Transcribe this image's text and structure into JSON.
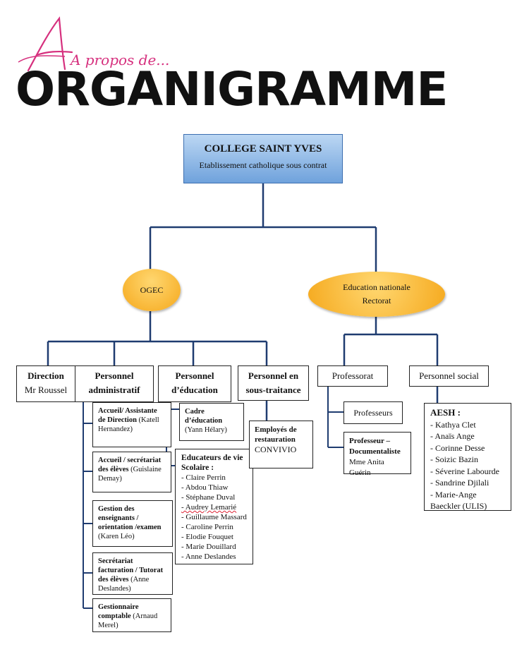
{
  "header": {
    "script_title": "A propos de...",
    "main_title": "ORGANIGRAMME"
  },
  "root": {
    "name": "COLLEGE SAINT YVES",
    "subtitle": "Etablissement catholique sous contrat"
  },
  "ogec": {
    "label": "OGEC"
  },
  "education_nationale": {
    "line1": "Education nationale",
    "line2": "Rectorat"
  },
  "direction": {
    "title": "Direction",
    "name": "Mr Roussel"
  },
  "personnel_administratif": {
    "title_line1": "Personnel",
    "title_line2": "administratif",
    "items": [
      {
        "title": "Accueil/ Assistante de Direction",
        "person": "(Katell Hernandez)"
      },
      {
        "title": "Accueil / secrétariat des élèves",
        "person": "(Guislaine Demay)"
      },
      {
        "title": "Gestion des enseignants / orientation /examen",
        "person": "(Karen Léo)"
      },
      {
        "title": "Secrétariat facturation / Tutorat des élèves",
        "person": "(Anne Deslandes)"
      },
      {
        "title": "Gestionnaire comptable",
        "person": "(Arnaud Merel)"
      }
    ]
  },
  "personnel_education": {
    "title_line1": "Personnel",
    "title_line2": "d’éducation",
    "cadre": {
      "title": "Cadre d’éducation",
      "person": "(Yann Hélary)"
    },
    "educateurs": {
      "title": "Educateurs de vie Scolaire :",
      "names": [
        "- Claire Perrin",
        "- Abdou Thiaw",
        "- Stéphane Duval",
        "- Audrey Lemarié",
        "- Guillaume Massard",
        "- Caroline Perrin",
        "- Elodie Fouquet",
        "- Marie Douillard",
        "- Anne Deslandes"
      ]
    }
  },
  "sous_traitance": {
    "title_line1": "Personnel en",
    "title_line2": "sous-traitance",
    "employes": {
      "title": "Employés de restauration",
      "company": "CONVIVIO"
    }
  },
  "professorat": {
    "title": "Professorat",
    "professeurs": "Professeurs",
    "documentaliste": {
      "title": "Professeur – Documentaliste",
      "person": "Mme Anita Guérin"
    }
  },
  "personnel_social": {
    "title": "Personnel social",
    "aesh": {
      "title": "AESH :",
      "names": [
        "- Kathya Clet",
        "- Anaïs Ange",
        "- Corinne Desse",
        "- Soizic Bazin",
        "- Séverine Labourde",
        "- Sandrine Djilali",
        "- Marie-Ange Baeckler (ULIS)"
      ]
    }
  },
  "colors": {
    "line": "#1f3c70",
    "root_top": "#bcd7f3",
    "root_bottom": "#6fa2dc",
    "oval": "#f5a81c",
    "script_pink": "#d6307e"
  }
}
